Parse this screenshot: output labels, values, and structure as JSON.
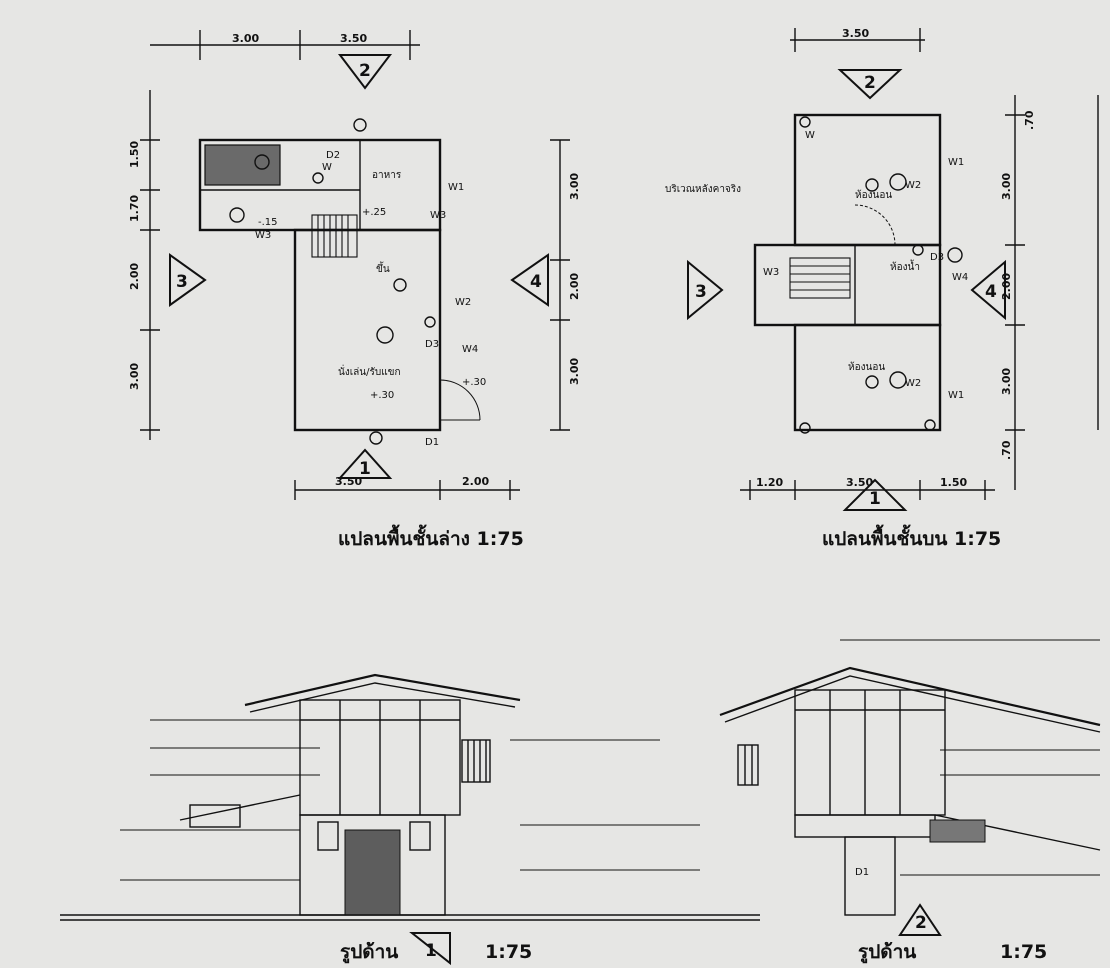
{
  "titles": {
    "ground_plan": "แปลนพื้นชั้นล่าง 1:75",
    "upper_plan": "แปลนพื้นชั้นบน 1:75",
    "elevation_1": "รูปด้าน",
    "elevation_2": "รูปด้าน",
    "scale": "1:75"
  },
  "section_markers": {
    "m1": "1",
    "m2": "2",
    "m3": "3",
    "m4": "4"
  },
  "dimensions": {
    "g_top_a": "3.00",
    "g_top_b": "3.50",
    "g_bottom_a": "3.50",
    "g_bottom_b": "2.00",
    "g_left_1": "1.50",
    "g_left_2": "1.70",
    "g_left_3": "2.00",
    "g_left_4": "3.00",
    "g_right_1": "3.00",
    "g_right_2": "2.00",
    "g_right_3": "3.00",
    "u_top": "3.50",
    "u_right_1": "3.00",
    "u_right_2": "2.00",
    "u_right_3": "3.00",
    "u_right_4": ".70",
    "u_bottom_a": "1.20",
    "u_bottom_b": "3.50",
    "u_bottom_c": "1.50",
    "u_top_right": ".70"
  },
  "rooms": {
    "kitchen": "อาหาร",
    "living": "นั่งเล่น/รับแขก",
    "bedroom_1": "ห้องนอน",
    "bedroom_2": "ห้องนอน",
    "toilet": "ห้องน้ำ",
    "balcony": "บริเวณหลังคาจริง"
  },
  "labels": {
    "w": "W",
    "w1": "W1",
    "w2": "W2",
    "w3": "W3",
    "w4": "W4",
    "d1": "D1",
    "d2": "D2",
    "d3": "D3",
    "v1": "+.25",
    "v2": "-.15",
    "v3": "+.30",
    "v4": "+.30",
    "stair": "ขึ้น"
  }
}
